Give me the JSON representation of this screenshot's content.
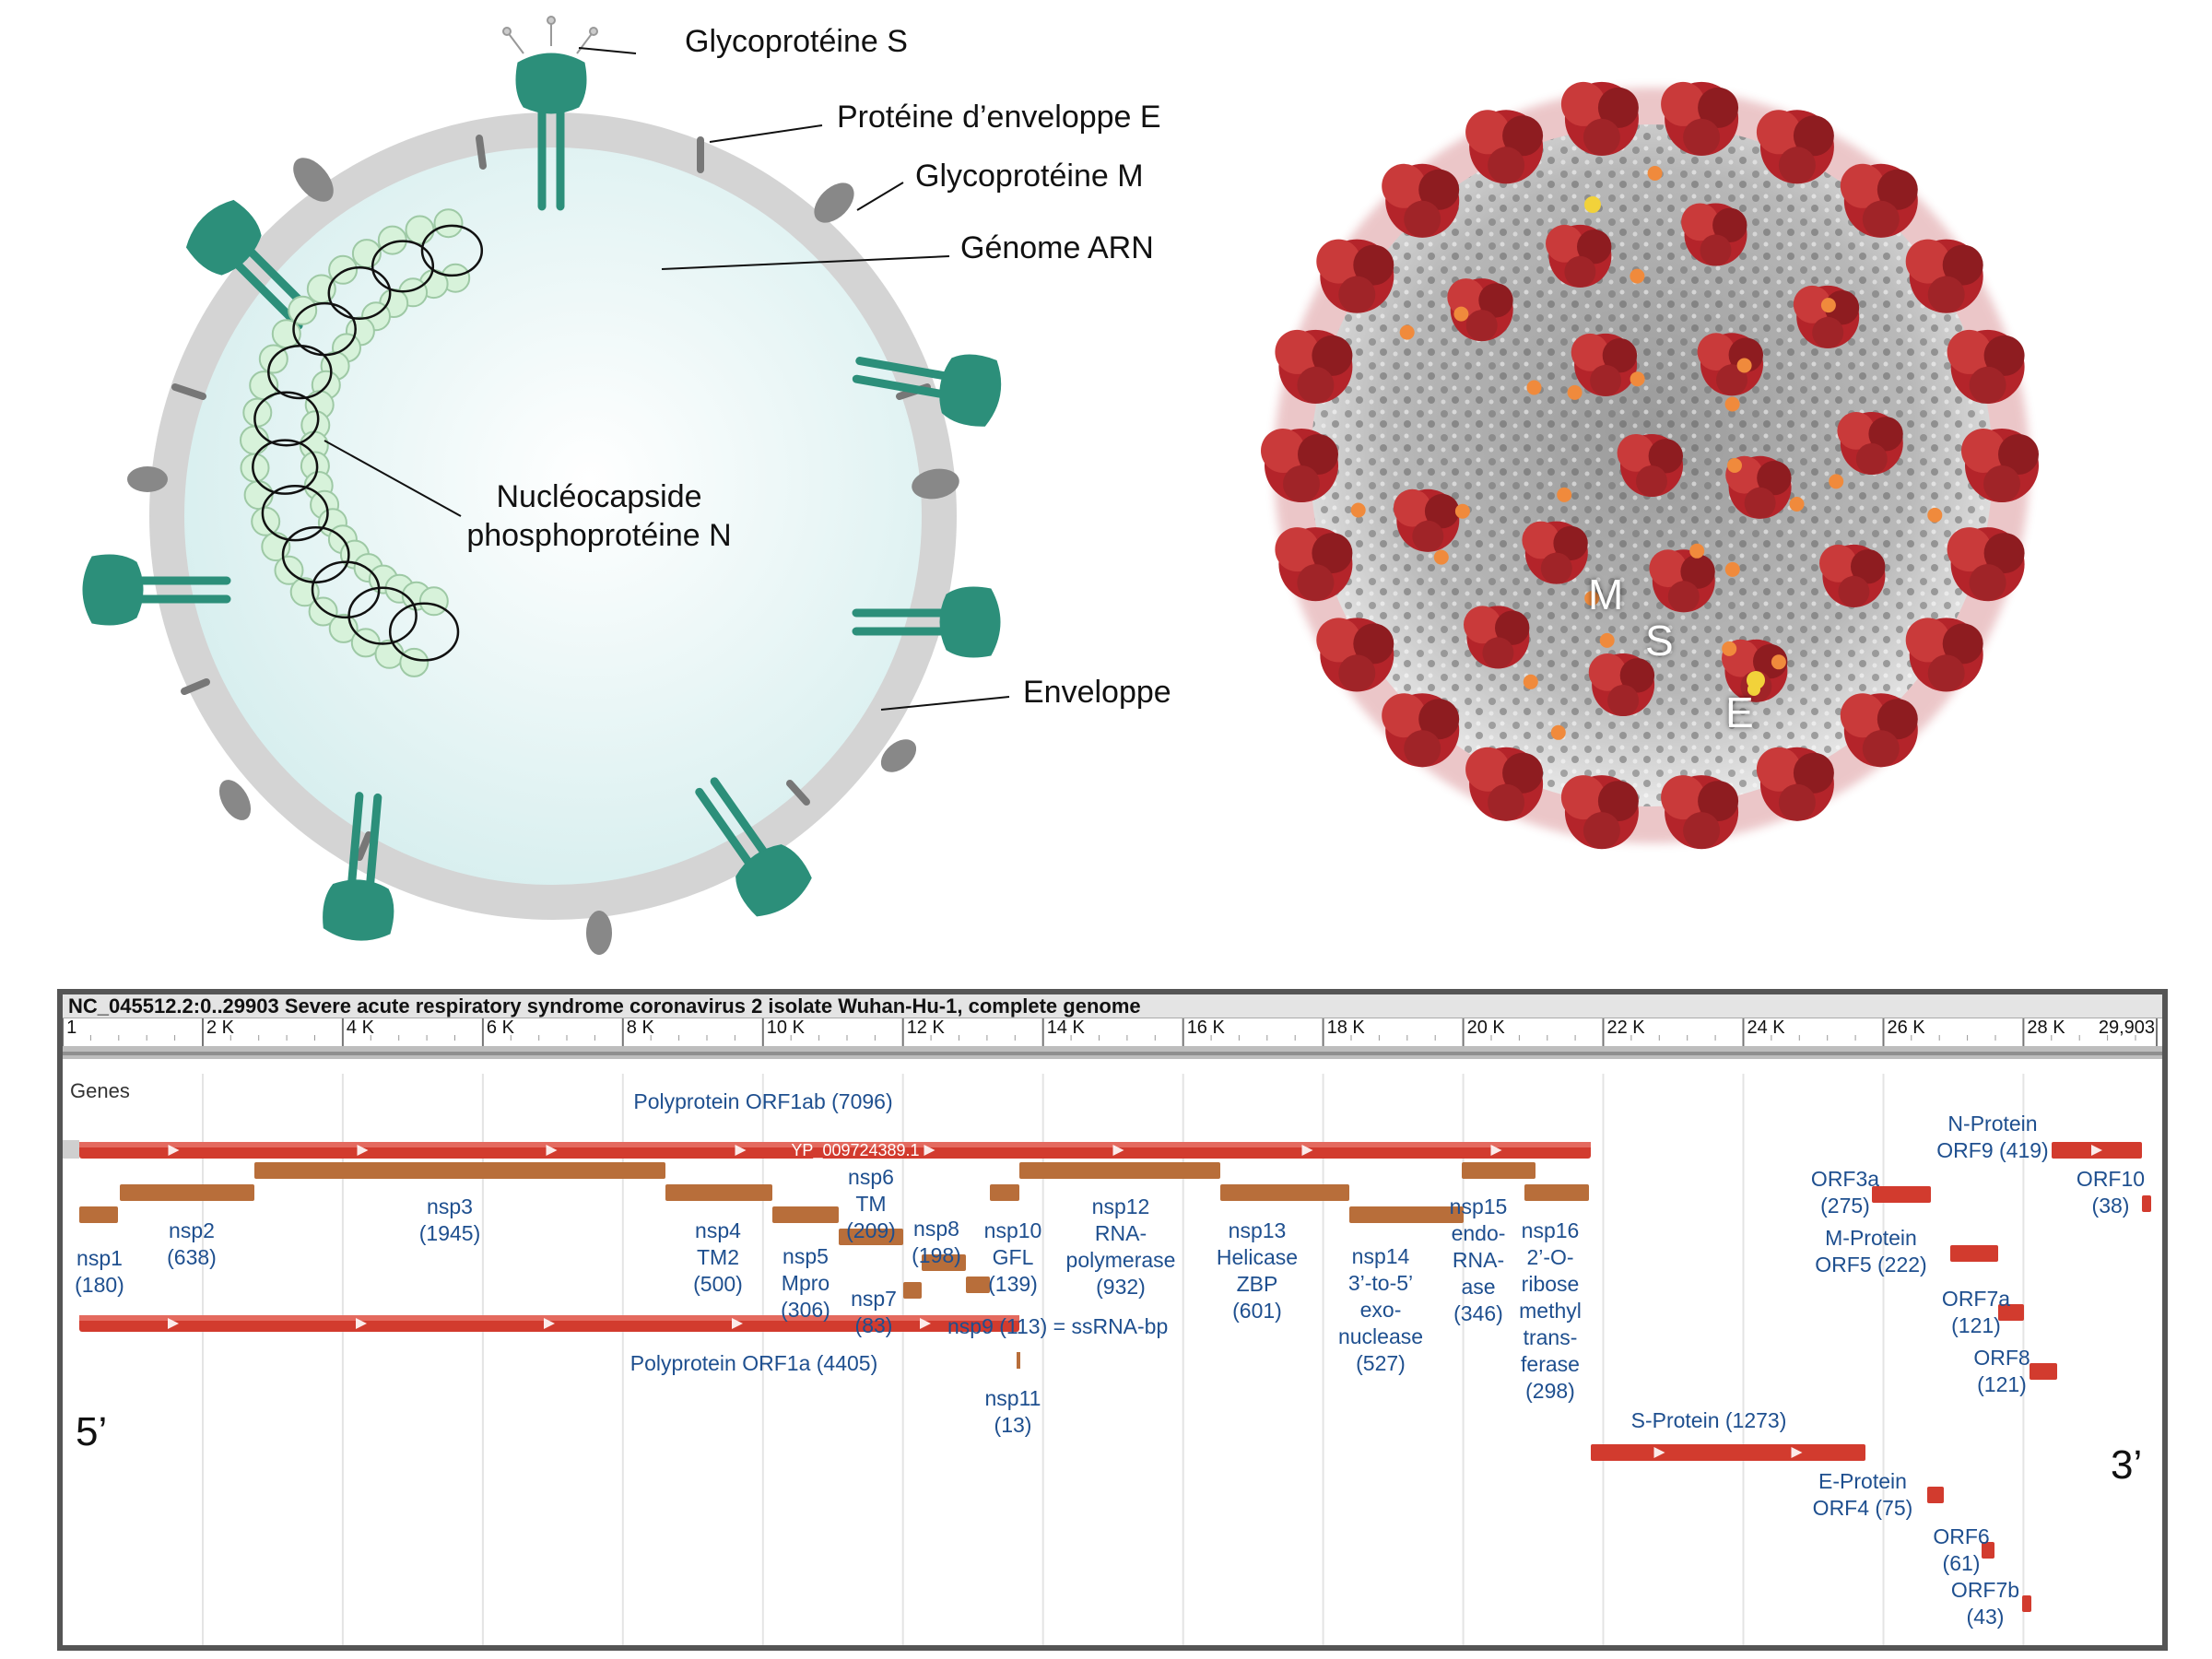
{
  "diagram": {
    "labels": {
      "spike": "Glycoprotéine S",
      "envelope_protein": "Protéine d’enveloppe E",
      "membrane": "Glycoprotéine M",
      "genome": "Génome ARN",
      "nucleocapsid_line1": "Nucléocapside",
      "nucleocapsid_line2": "phosphoprotéine N",
      "envelope": "Enveloppe"
    },
    "virus_letters": {
      "m": "M",
      "s": "S",
      "e": "E"
    },
    "colors": {
      "membrane": "#d4d4d4",
      "interior": "#e6f4f4",
      "nucleocapsid": "#d7f2da",
      "spike": "#2c8f7a",
      "virion_surface": "#a9a9a9",
      "spike_red": "#b4242a",
      "e_protein": "#f2d23a",
      "m_protein": "#f08a3c"
    }
  },
  "genome_browser": {
    "title": "NC_045512.2:0..29903 Severe acute respiratory syndrome coronavirus 2 isolate Wuhan-Hu-1, complete genome",
    "ruler_ticks": [
      "1",
      "2 K",
      "4 K",
      "6 K",
      "8 K",
      "10 K",
      "12 K",
      "14 K",
      "16 K",
      "18 K",
      "20 K",
      "22 K",
      "24 K",
      "26 K",
      "28 K",
      "29,903"
    ],
    "track_name": "Genes",
    "five_prime": "5’",
    "three_prime": "3’",
    "orf1ab": {
      "label": "Polyprotein ORF1ab (7096)",
      "inner": "YP_009724389.1"
    },
    "orf1a": {
      "label": "Polyprotein ORF1a (4405)"
    },
    "nsp": {
      "nsp1": [
        "nsp1",
        "(180)"
      ],
      "nsp2": [
        "nsp2",
        "(638)"
      ],
      "nsp3": [
        "nsp3",
        "(1945)"
      ],
      "nsp4": [
        "nsp4",
        "TM2",
        "(500)"
      ],
      "nsp5": [
        "nsp5",
        "Mpro",
        "(306)"
      ],
      "nsp6": [
        "nsp6",
        "TM",
        "(209)"
      ],
      "nsp7": [
        "nsp7",
        "(83)"
      ],
      "nsp8": [
        "nsp8",
        "(198)"
      ],
      "nsp9": "nsp9 (113) = ssRNA-bp",
      "nsp10": [
        "nsp10",
        "GFL",
        "(139)"
      ],
      "nsp11": [
        "nsp11",
        "(13)"
      ],
      "nsp12": [
        "nsp12",
        "RNA-",
        "polymerase",
        "(932)"
      ],
      "nsp13": [
        "nsp13",
        "Helicase",
        "ZBP",
        "(601)"
      ],
      "nsp14": [
        "nsp14",
        "3’-to-5’",
        "exo-",
        "nuclease",
        "(527)"
      ],
      "nsp15": [
        "nsp15",
        "endo-",
        "RNA-",
        "ase",
        "(346)"
      ],
      "nsp16": [
        "nsp16",
        "2’-O-",
        "ribose",
        "methyl",
        "trans-",
        "ferase",
        "(298)"
      ]
    },
    "structural": {
      "s": "S-Protein (1273)",
      "orf3a": [
        "ORF3a",
        "(275)"
      ],
      "e": [
        "E-Protein",
        "ORF4 (75)"
      ],
      "m": [
        "M-Protein",
        "ORF5 (222)"
      ],
      "orf6": [
        "ORF6",
        "(61)"
      ],
      "orf7a": [
        "ORF7a",
        "(121)"
      ],
      "orf7b": [
        "ORF7b",
        "(43)"
      ],
      "orf8": [
        "ORF8",
        "(121)"
      ],
      "n": [
        "N-Protein",
        "ORF9 (419)"
      ],
      "orf10": [
        "ORF10",
        "(38)"
      ]
    }
  }
}
